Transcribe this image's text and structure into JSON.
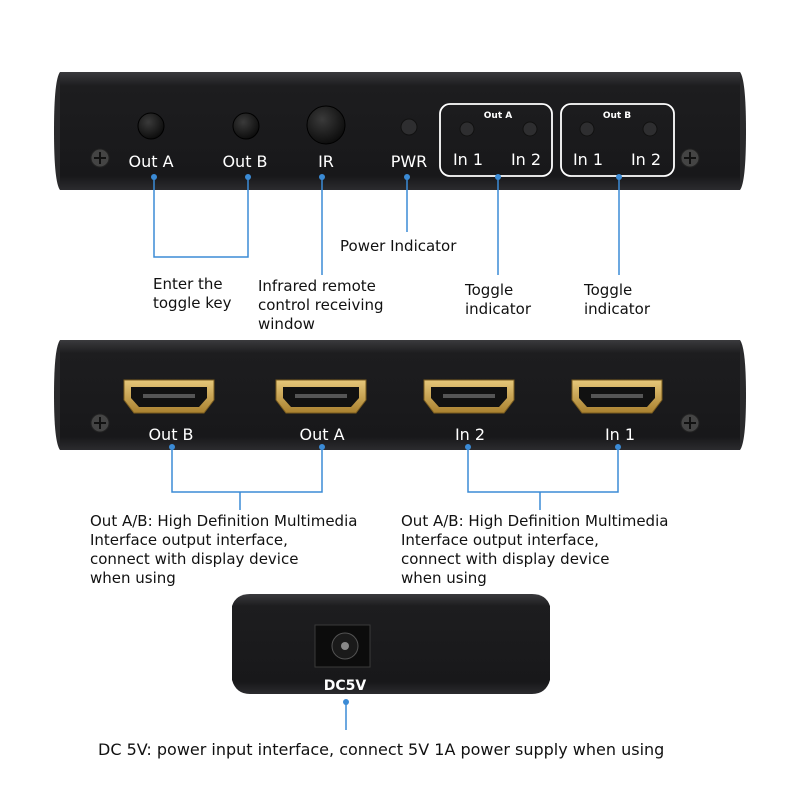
{
  "front_panel": {
    "buttons": [
      "Out A",
      "Out B",
      "IR"
    ],
    "pwr_label": "PWR",
    "group_a": {
      "title": "Out A",
      "inputs": [
        "In 1",
        "In 2"
      ]
    },
    "group_b": {
      "title": "Out B",
      "inputs": [
        "In 1",
        "In 2"
      ]
    }
  },
  "callouts_top": {
    "toggle_key": "Enter the\ntoggle key",
    "ir_window": "Infrared remote\ncontrol receiving\nwindow",
    "power_indicator": "Power Indicator",
    "toggle_indicator_a": "Toggle\nindicator",
    "toggle_indicator_b": "Toggle\nindicator"
  },
  "rear_panel": {
    "ports": [
      "Out B",
      "Out A",
      "In 2",
      "In 1"
    ]
  },
  "callouts_mid": {
    "left": "Out A/B: High Definition Multimedia\nInterface output interface,\nconnect with display device\nwhen using",
    "right": "Out A/B: High Definition Multimedia\nInterface output interface,\nconnect with display device\nwhen using"
  },
  "side_panel": {
    "label": "DC5V"
  },
  "callout_bottom": "DC 5V: power input interface, connect 5V 1A power supply when using",
  "colors": {
    "panel": "#1c1c1e",
    "connector_line": "#3b8bd6",
    "hdmi_gold": "#c9a24a",
    "indicator_outline": "#ffffff"
  }
}
